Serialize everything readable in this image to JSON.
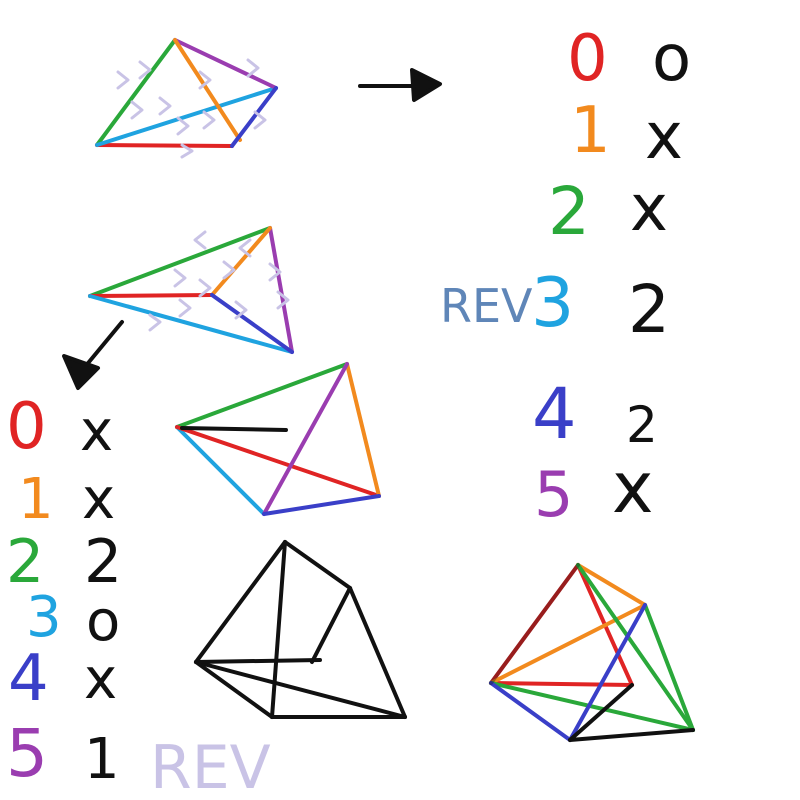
{
  "colors": {
    "edge0": "#e02424",
    "edge1": "#f28a1e",
    "edge2": "#2aa83a",
    "edge3": "#1fa3e0",
    "edge4": "#3a3fc8",
    "edge5": "#9a3db0",
    "black": "#111111",
    "arrow_marks": "#c9c3e6",
    "rev_right": "#5f86b8",
    "rev_left": "#c9c3e6"
  },
  "figures": [
    {
      "name": "top-tetra-with-flip-arrows"
    },
    {
      "name": "middle-tetra-with-flip-arrows"
    },
    {
      "name": "colored-tetra-left"
    },
    {
      "name": "black-wire-tetra"
    },
    {
      "name": "colored-tetra-right"
    }
  ],
  "arrows": [
    {
      "name": "arrow-right",
      "direction": "right"
    },
    {
      "name": "arrow-down-left",
      "direction": "down-left"
    }
  ],
  "right_table": {
    "rev_label": "REV",
    "rows": [
      {
        "index": "0",
        "value": "o",
        "color": "#e02424"
      },
      {
        "index": "1",
        "value": "x",
        "color": "#f28a1e"
      },
      {
        "index": "2",
        "value": "x",
        "color": "#2aa83a"
      },
      {
        "index": "3",
        "value": "2",
        "color": "#1fa3e0"
      },
      {
        "index": "4",
        "value": "2",
        "color": "#3a3fc8"
      },
      {
        "index": "5",
        "value": "x",
        "color": "#9a3db0"
      }
    ]
  },
  "left_table": {
    "rev_label": "REV",
    "rows": [
      {
        "index": "0",
        "value": "x",
        "color": "#e02424"
      },
      {
        "index": "1",
        "value": "x",
        "color": "#f28a1e"
      },
      {
        "index": "2",
        "value": "2",
        "color": "#2aa83a"
      },
      {
        "index": "3",
        "value": "o",
        "color": "#1fa3e0"
      },
      {
        "index": "4",
        "value": "x",
        "color": "#3a3fc8"
      },
      {
        "index": "5",
        "value": "1",
        "color": "#9a3db0"
      }
    ]
  }
}
